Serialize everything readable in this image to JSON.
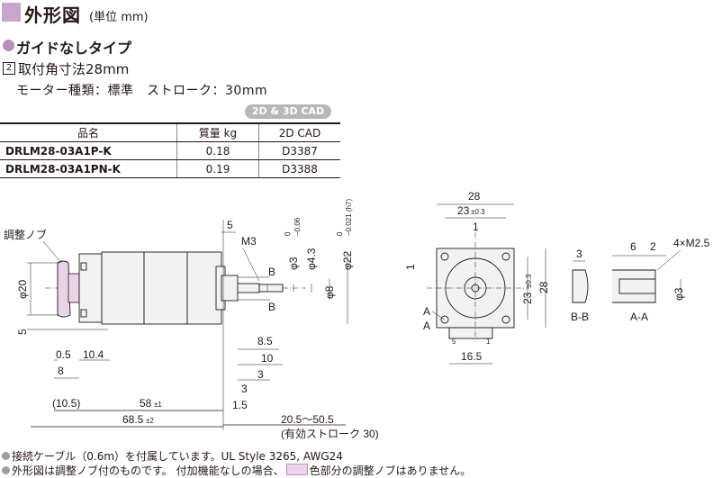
{
  "header": {
    "title": "外形図",
    "unit": "(単位 mm)",
    "accent_color": "#c9a5cc"
  },
  "section": {
    "variant": "ガイドなしタイプ",
    "number": "2",
    "size_label": "取付角寸法28mm",
    "spec_line": "モーター種類：標準　ストローク：30mm"
  },
  "cad_badge": "2D & 3D CAD",
  "table": {
    "headers": [
      "品名",
      "質量 kg",
      "2D CAD"
    ],
    "rows": [
      [
        "DRLM28-03A1P-K",
        "0.18",
        "D3387"
      ],
      [
        "DRLM28-03A1PN-K",
        "0.19",
        "D3388"
      ]
    ]
  },
  "side_view": {
    "knob_label": "調整ノブ",
    "dims": {
      "d5_top": "5",
      "m3": "M3",
      "phi3": "φ3",
      "phi3_tol_a": "0",
      "phi3_tol_b": "−0.06",
      "phi43": "φ4.3",
      "phi22": "φ22",
      "phi22_tol_a": "0",
      "phi22_tol_b": "−0.021 (h7)",
      "b_top": "B",
      "b_bottom": "B",
      "phi8": "φ8",
      "phi20": "φ20",
      "d5_left": "5",
      "d05": "0.5",
      "d104": "10.4",
      "d8": "8",
      "d85": "8.5",
      "d10": "10",
      "d3": "3",
      "d15": "1.5",
      "d105": "(10.5)",
      "d58": "58",
      "d58_tol": "±1",
      "d685": "68.5",
      "d685_tol": "±2",
      "stroke_range": "20.5～50.5",
      "stroke_note": "(有効ストローク 30)"
    }
  },
  "front_view": {
    "dims": {
      "d28_top": "28",
      "d23_top": "23",
      "d23_top_tol": "±0.3",
      "d1_top": "1",
      "d1_left": "1",
      "d23_right": "23",
      "d23_right_tol": "±0.3",
      "d28_right": "28",
      "a1": "A",
      "a2": "A",
      "d5": "5",
      "d1": "1",
      "d165": "16.5"
    }
  },
  "section_bb": {
    "d3": "3",
    "label": "B-B"
  },
  "section_aa": {
    "d6": "6",
    "d2": "2",
    "holes": "4×M2.5",
    "phi3": "φ3",
    "label": "A-A"
  },
  "notes": {
    "line1": "接続ケーブル（0.6m）を付属しています。UL Style 3265, AWG24",
    "line2a": "外形図は調整ノブ付のものです。 付加機能なしの場合、",
    "line2b": "色部分の調整ノブはありません。",
    "knob_color": "#ead2e9"
  }
}
